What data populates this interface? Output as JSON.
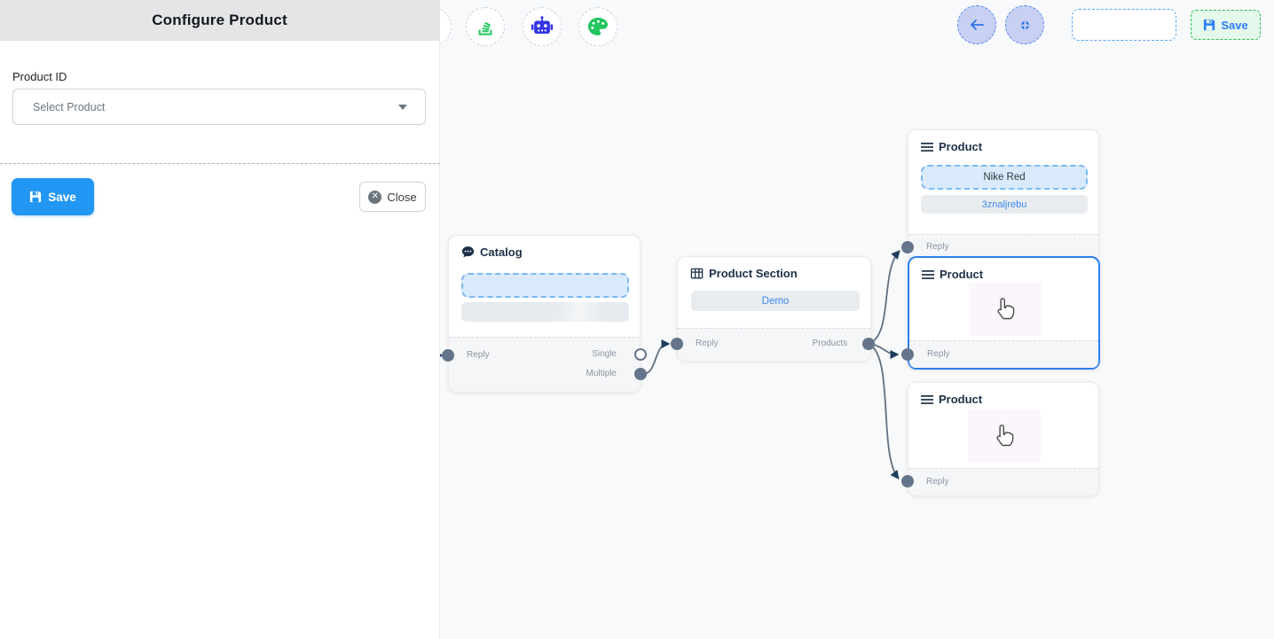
{
  "panel": {
    "title": "Configure Product",
    "product_id_label": "Product ID",
    "select_placeholder": "Select Product",
    "save_label": "Save",
    "close_label": "Close"
  },
  "toolbar": {
    "save_label": "Save"
  },
  "canvas": {
    "catalog": {
      "title": "Catalog",
      "reply_label": "Reply",
      "single_label": "Single",
      "multiple_label": "Multiple"
    },
    "product_section": {
      "title": "Product Section",
      "button_label": "Demo",
      "reply_label": "Reply",
      "products_label": "Products"
    },
    "product_top": {
      "title": "Product",
      "field1": "Nike Red",
      "field2": "3znaljrebu",
      "reply_label": "Reply"
    },
    "product_middle": {
      "title": "Product",
      "reply_label": "Reply"
    },
    "product_bottom": {
      "title": "Product",
      "reply_label": "Reply"
    }
  },
  "colors": {
    "accent_blue": "#2196f3",
    "selected_node_border": "#2f80ed",
    "edge": "#5f7081",
    "arrowhead": "#1f3d5c",
    "handle": "#64748b",
    "toolbar_green": "#22c55e",
    "robot_blue": "#3434e4",
    "topright_icon_blue": "#2f6fe4",
    "save_green_bg": "#e4f8ec",
    "save_green_border": "#2fbf55"
  }
}
